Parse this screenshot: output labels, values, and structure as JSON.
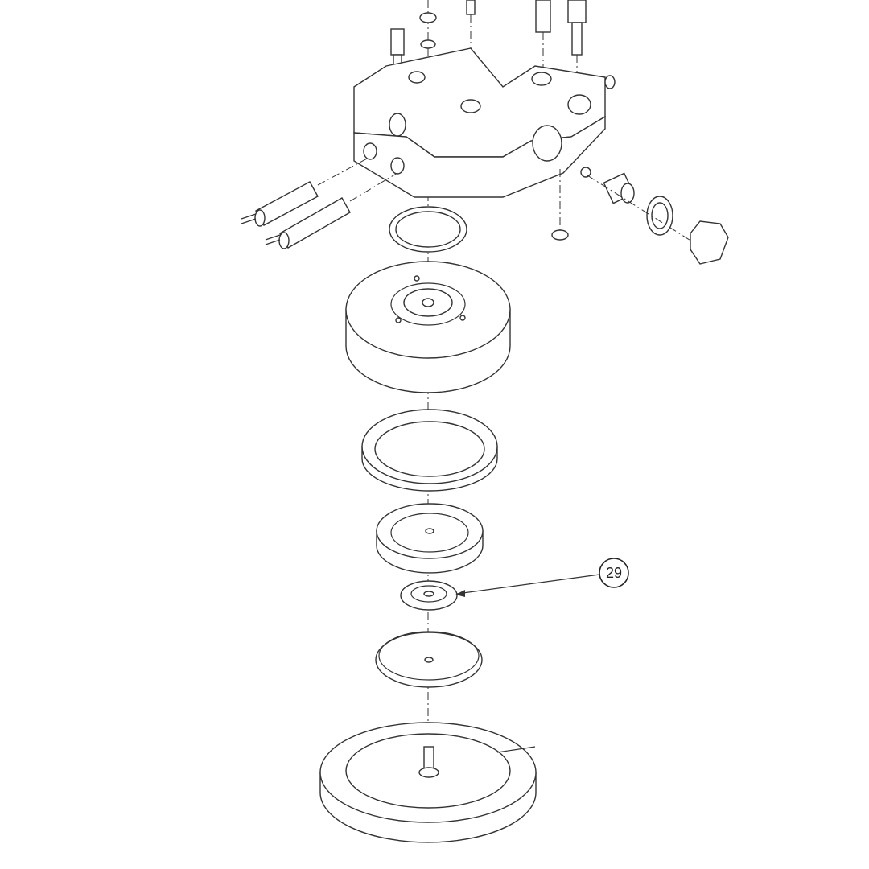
{
  "diagram": {
    "type": "exploded-assembly-view",
    "callouts": [
      {
        "id": "29",
        "label": "29",
        "target": "shower-disk-spacer"
      }
    ]
  }
}
